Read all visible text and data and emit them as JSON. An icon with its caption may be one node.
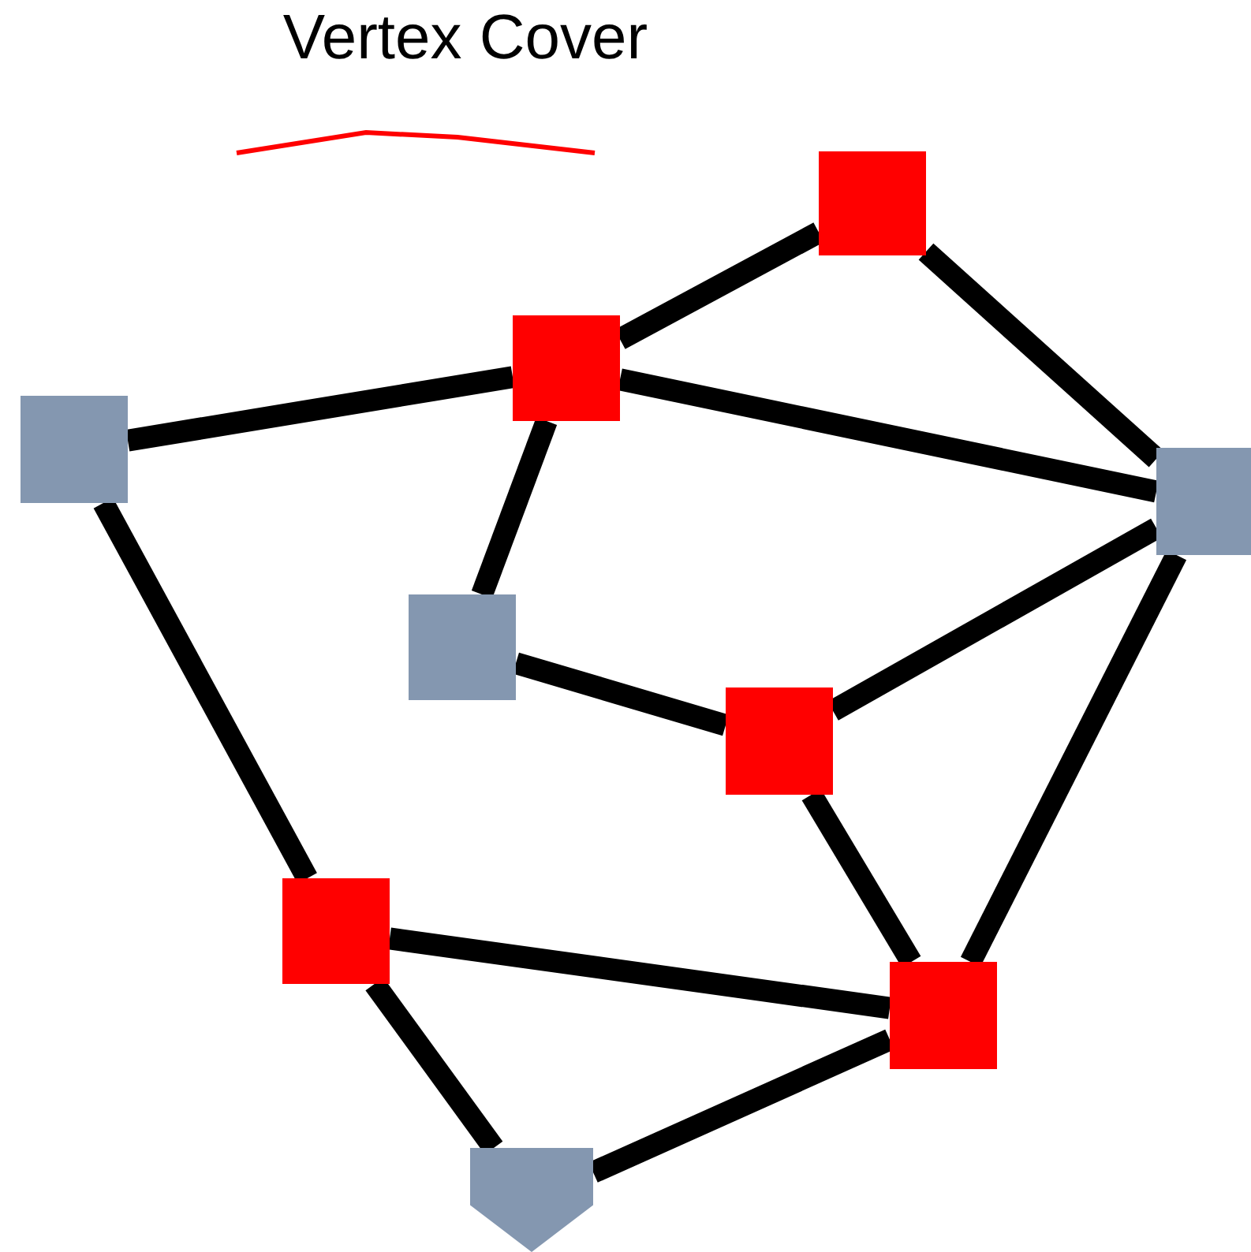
{
  "diagram": {
    "title": "Vertex Cover",
    "nodes": [
      {
        "text": [],
        "shape": "box"
      },
      {
        "text": [],
        "shape": "box"
      },
      {
        "text": [],
        "shape": "box"
      },
      {
        "text": [],
        "shape": "box"
      },
      {
        "text": [],
        "shape": "box"
      },
      {
        "text": [],
        "shape": "box"
      },
      {
        "text": [],
        "shape": "box"
      },
      {
        "text": [],
        "shape": "box"
      },
      {
        "text": [],
        "shape": "pentagon"
      }
    ],
    "edges": [
      {
        "from": 1,
        "to": 0,
        "arrow": "none"
      },
      {
        "from": 0,
        "to": 3,
        "arrow": "none"
      },
      {
        "from": 2,
        "to": 1,
        "arrow": "none"
      },
      {
        "from": 1,
        "to": 3,
        "arrow": "none"
      },
      {
        "from": 1,
        "to": 4,
        "arrow": "none"
      },
      {
        "from": 4,
        "to": 5,
        "arrow": "none"
      },
      {
        "from": 5,
        "to": 3,
        "arrow": "none"
      },
      {
        "from": 3,
        "to": 7,
        "arrow": "none"
      },
      {
        "from": 5,
        "to": 7,
        "arrow": "none"
      },
      {
        "from": 2,
        "to": 6,
        "arrow": "none"
      },
      {
        "from": 6,
        "to": 7,
        "arrow": "none"
      },
      {
        "from": 6,
        "to": 8,
        "arrow": "none"
      },
      {
        "from": 7,
        "to": 8,
        "arrow": "none"
      }
    ]
  }
}
